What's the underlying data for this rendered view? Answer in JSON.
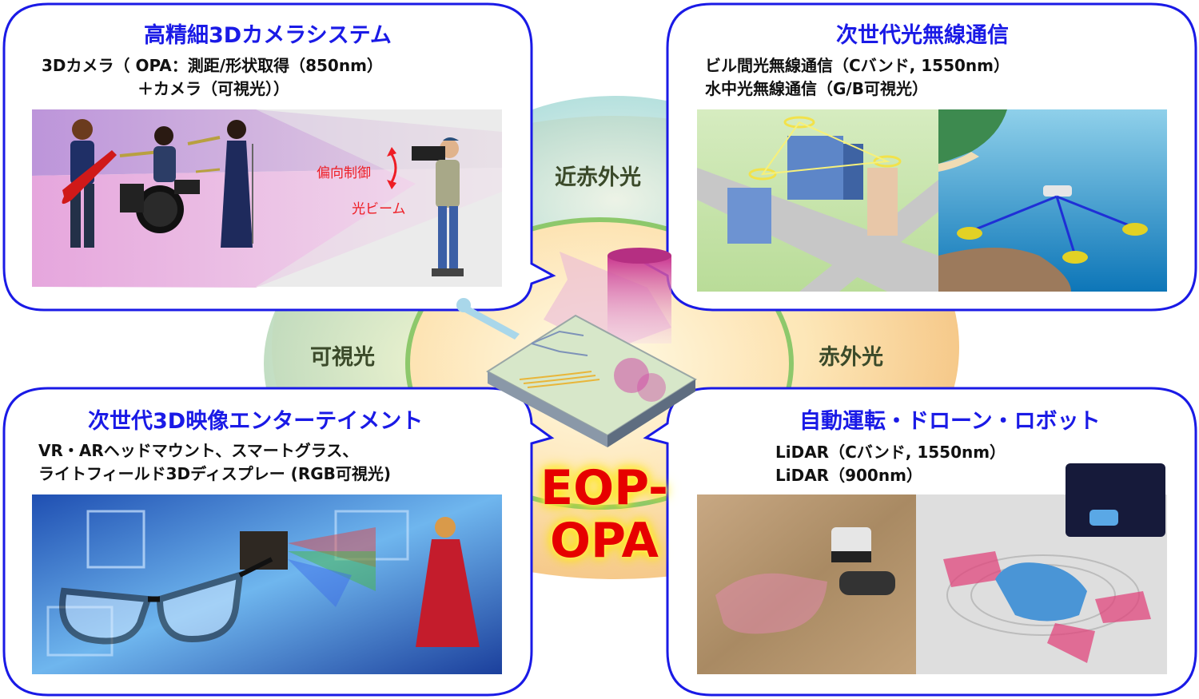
{
  "center": {
    "line1": "EOP-",
    "line2": "OPA"
  },
  "bands": {
    "near_infrared": "近赤外光",
    "visible": "可視光",
    "infrared": "赤外光"
  },
  "panels": {
    "camera": {
      "title": "高精細3Dカメラシステム",
      "line1": "3Dカメラ（ OPA：測距/形状取得（850nm）",
      "line2": "＋カメラ（可視光））",
      "image_labels": {
        "deflection": "偏向制御",
        "beam": "光ビーム"
      }
    },
    "wireless": {
      "title": "次世代光無線通信",
      "line1": "ビル間光無線通信（Cバンド, 1550nm）",
      "line2": "水中光無線通信（G/B可視光）"
    },
    "display": {
      "title": "次世代3D映像エンターテイメント",
      "line1": "VR・ARヘッドマウント、スマートグラス、",
      "line2": "ライトフィールド3Dディスプレー (RGB可視光)"
    },
    "autonomous": {
      "title": "自動運転・ドローン・ロボット",
      "line1": "LiDAR（Cバンド, 1550nm）",
      "line2": "LiDAR（900nm）"
    }
  },
  "colors": {
    "panel_border": "#1a1ae6",
    "title_text": "#1a1ae6",
    "center_text": "#e60000",
    "center_glow": "#ffe600",
    "ellipse_border": "#8dc86b"
  }
}
